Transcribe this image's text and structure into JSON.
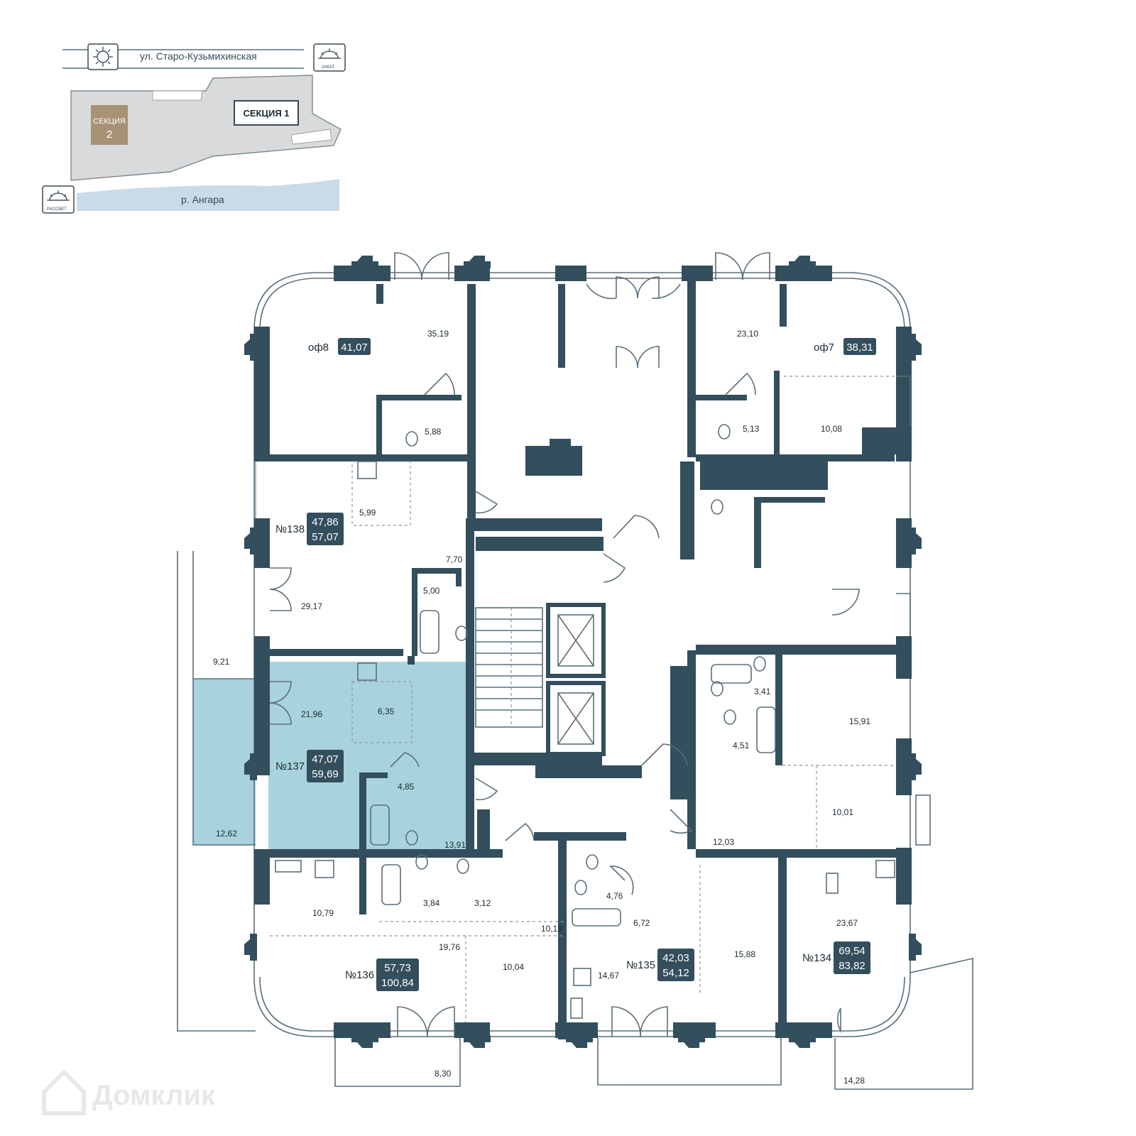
{
  "site_plan": {
    "street_label": "ул. Старо-Кузьмихинская",
    "river_label": "р. Ангара",
    "section1_label": "СЕКЦИЯ 1",
    "section2_label": "СЕКЦИЯ",
    "section2_number": "2",
    "sunset_label": "ЗАКАТ",
    "sunrise_label": "РАССВЕТ",
    "sun_icon": "sun-icon",
    "highlight_color": "#a89275",
    "river_color": "#c9dbe8"
  },
  "colors": {
    "wall": "#334e5c",
    "selected_unit": "#a8d3dc",
    "badge_bg": "#334e5c"
  },
  "units": {
    "of8": {
      "label": "оф8",
      "area": "41,07"
    },
    "of7": {
      "label": "оф7",
      "area": "38,31"
    },
    "u138": {
      "label": "№138",
      "living": "47,86",
      "total": "57,07"
    },
    "u137": {
      "label": "№137",
      "living": "47,07",
      "total": "59,69"
    },
    "u136": {
      "label": "№136",
      "living": "57,73",
      "total": "100,84"
    },
    "u135": {
      "label": "№135",
      "living": "42,03",
      "total": "54,12"
    },
    "u134": {
      "label": "№134",
      "living": "69,54",
      "total": "83,82"
    }
  },
  "rooms": {
    "r3519": "35,19",
    "r588": "5,88",
    "r2310": "23,10",
    "r513": "5,13",
    "r1008": "10,08",
    "r599": "5,99",
    "r770": "7,70",
    "r500": "5,00",
    "r2917": "29,17",
    "r921": "9,21",
    "r2196": "21,96",
    "r635": "6,35",
    "r485": "4,85",
    "r1391": "13,91",
    "r1262": "12,62",
    "r341": "3,41",
    "r451": "4,51",
    "r1591": "15,91",
    "r1001": "10,01",
    "r1203": "12,03",
    "r1079": "10,79",
    "r384": "3,84",
    "r312": "3,12",
    "r1018": "10,18",
    "r1976": "19,76",
    "r1004": "10,04",
    "r830": "8,30",
    "r476": "4,76",
    "r672": "6,72",
    "r1467": "14,67",
    "r1588": "15,88",
    "r2367": "23,67",
    "r1428": "14,28"
  },
  "watermark": "Домклик"
}
